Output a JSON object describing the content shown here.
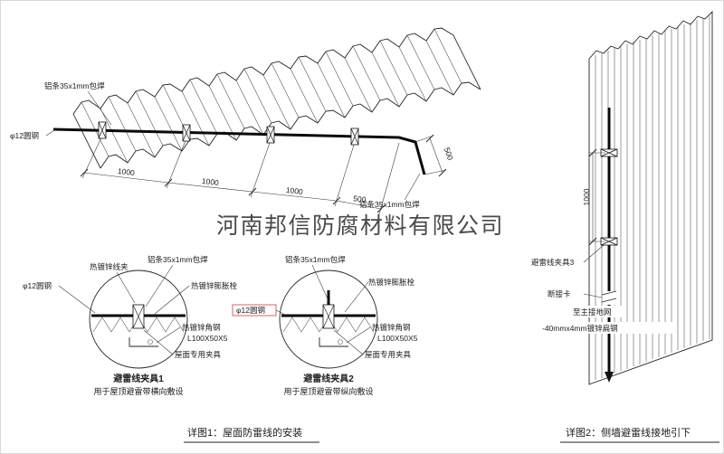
{
  "watermark": "河南邦信防腐材料有限公司",
  "colors": {
    "ink": "#1c1c1c",
    "red": "#cc2222",
    "watermark": "#9c9c9c"
  },
  "roof": {
    "strip_label_top": "铝条35x1mm包焊",
    "rod_label": "φ12圆钢",
    "strip_label_right": "铝条35x1mm包焊",
    "dim_a": "1000",
    "dim_b": "1000",
    "dim_c": "1000",
    "dim_d": "500",
    "dim_right": "500"
  },
  "detail1": {
    "title": "避雷线夹具1",
    "subtitle": "用于屋顶避雷带横向敷设",
    "label_wire_clip": "热镀锌线夹",
    "label_strip": "铝条35x1mm包焊",
    "label_anchor": "热镀锌膨胀栓",
    "label_rod": "φ12圆钢",
    "label_angle": "热镀锌角钢",
    "label_angle_size": "L100X50X5",
    "label_roof_clamp": "屋面专用夹具"
  },
  "detail2": {
    "title": "避雷线夹具2",
    "subtitle": "用于屋顶避雷带纵向敷设",
    "label_strip": "铝条35x1mm包焊",
    "label_anchor": "热镀锌膨胀栓",
    "label_rod": "φ12圆钢",
    "label_angle": "热镀锌角钢",
    "label_angle_size": "L100X50X5",
    "label_roof_clamp": "屋面专用夹具"
  },
  "wall": {
    "dim_1000": "1000",
    "label_clamp3": "避雷线夹具3",
    "label_disconnect": "断接卡",
    "label_to_ground": "至主接地网",
    "label_flat_steel": "-40mmx4mm镀锌扁钢"
  },
  "captions": {
    "detail1": "详图1：屋面防雷线的安装",
    "detail2": "详图2：侧墙避雷线接地引下"
  }
}
